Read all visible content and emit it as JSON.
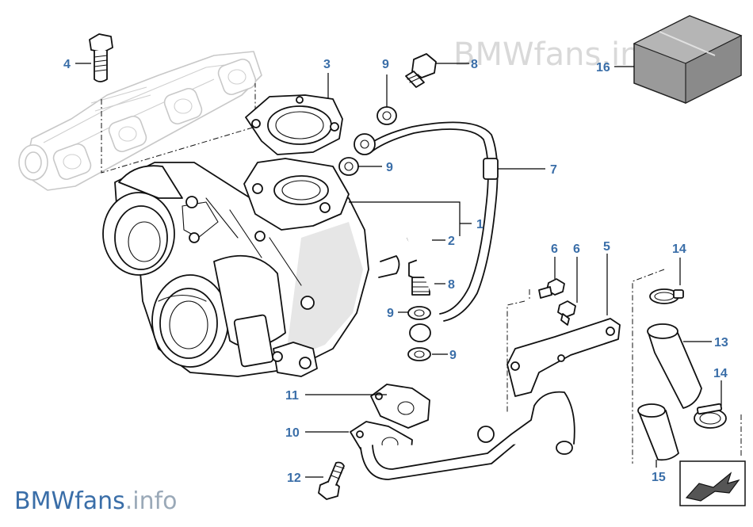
{
  "watermarks": {
    "top": "BMWfans.info",
    "bottom_brand": "BMWfans",
    "bottom_suffix": ".info"
  },
  "colors": {
    "label": "#3a6ea8",
    "line": "#111111",
    "ghost": "#c8c8c8"
  },
  "labels": {
    "p1": "1",
    "p2": "2",
    "p3": "3",
    "p4": "4",
    "p5": "5",
    "p6a": "6",
    "p6b": "6",
    "p7": "7",
    "p8a": "8",
    "p8b": "8",
    "p9a": "9",
    "p9b": "9",
    "p9c": "9",
    "p9d": "9",
    "p10": "10",
    "p11": "11",
    "p12": "12",
    "p13": "13",
    "p14a": "14",
    "p14b": "14",
    "p15": "15",
    "p16": "16"
  },
  "icons": {
    "nav": "direction-arrow-icon"
  }
}
